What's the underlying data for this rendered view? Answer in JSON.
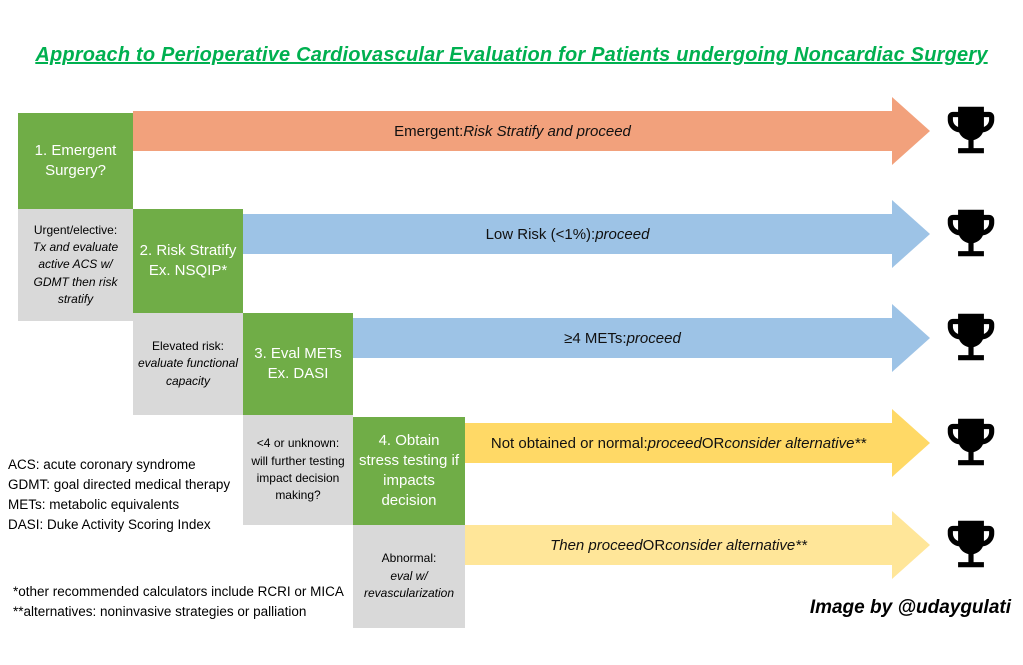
{
  "title": "Approach to Perioperative Cardiovascular Evaluation for Patients undergoing Noncardiac Surgery",
  "colors": {
    "title-green": "#00B050",
    "step-green": "#70AD47",
    "gray-box": "#D9D9D9",
    "arrow-orange": "#F2A17C",
    "arrow-blue": "#9DC3E6",
    "arrow-gold": "#FFD966",
    "arrow-lightgold": "#FFE699"
  },
  "steps": [
    {
      "label": "1. Emergent Surgery?"
    },
    {
      "label": "2. Risk Stratify Ex. NSQIP*"
    },
    {
      "label": "3. Eval METs Ex. DASI"
    },
    {
      "label": "4. Obtain stress testing if impacts decision"
    }
  ],
  "notes": [
    {
      "lead": "Urgent/elective:",
      "detail": "Tx and evaluate active ACS w/ GDMT then risk stratify",
      "detail_italic": true
    },
    {
      "lead": "Elevated risk:",
      "detail": "evaluate functional capacity",
      "detail_italic": true
    },
    {
      "lead": "<4 or unknown:",
      "detail": "will further testing impact decision making?",
      "detail_italic": false
    },
    {
      "lead": "Abnormal:",
      "detail": "eval w/ revascularization",
      "detail_italic": true
    }
  ],
  "arrows": [
    {
      "color": "orange",
      "segments": [
        {
          "text": "Emergent: ",
          "italic": false
        },
        {
          "text": "Risk Stratify and proceed",
          "italic": true
        }
      ]
    },
    {
      "color": "blue",
      "segments": [
        {
          "text": "Low Risk (<1%): ",
          "italic": false
        },
        {
          "text": "proceed",
          "italic": true
        }
      ]
    },
    {
      "color": "blue",
      "segments": [
        {
          "text": "≥4 METs: ",
          "italic": false
        },
        {
          "text": "proceed",
          "italic": true
        }
      ]
    },
    {
      "color": "gold",
      "segments": [
        {
          "text": "Not obtained or normal: ",
          "italic": false
        },
        {
          "text": "proceed",
          "italic": true
        },
        {
          "text": " OR ",
          "italic": false
        },
        {
          "text": "consider alternative**",
          "italic": true
        }
      ]
    },
    {
      "color": "lightgold",
      "segments": [
        {
          "text": "Then proceed",
          "italic": true
        },
        {
          "text": " OR ",
          "italic": false
        },
        {
          "text": "consider alternative**",
          "italic": true
        }
      ]
    }
  ],
  "abbreviations": [
    "ACS: acute coronary syndrome",
    "GDMT: goal directed medical therapy",
    "METs: metabolic equivalents",
    "DASI: Duke Activity Scoring Index"
  ],
  "footnotes": [
    "*other recommended calculators include RCRI or MICA",
    "**alternatives: noninvasive strategies or palliation"
  ],
  "credit": "Image by @udaygulati",
  "trophy_icon": "trophy-icon"
}
